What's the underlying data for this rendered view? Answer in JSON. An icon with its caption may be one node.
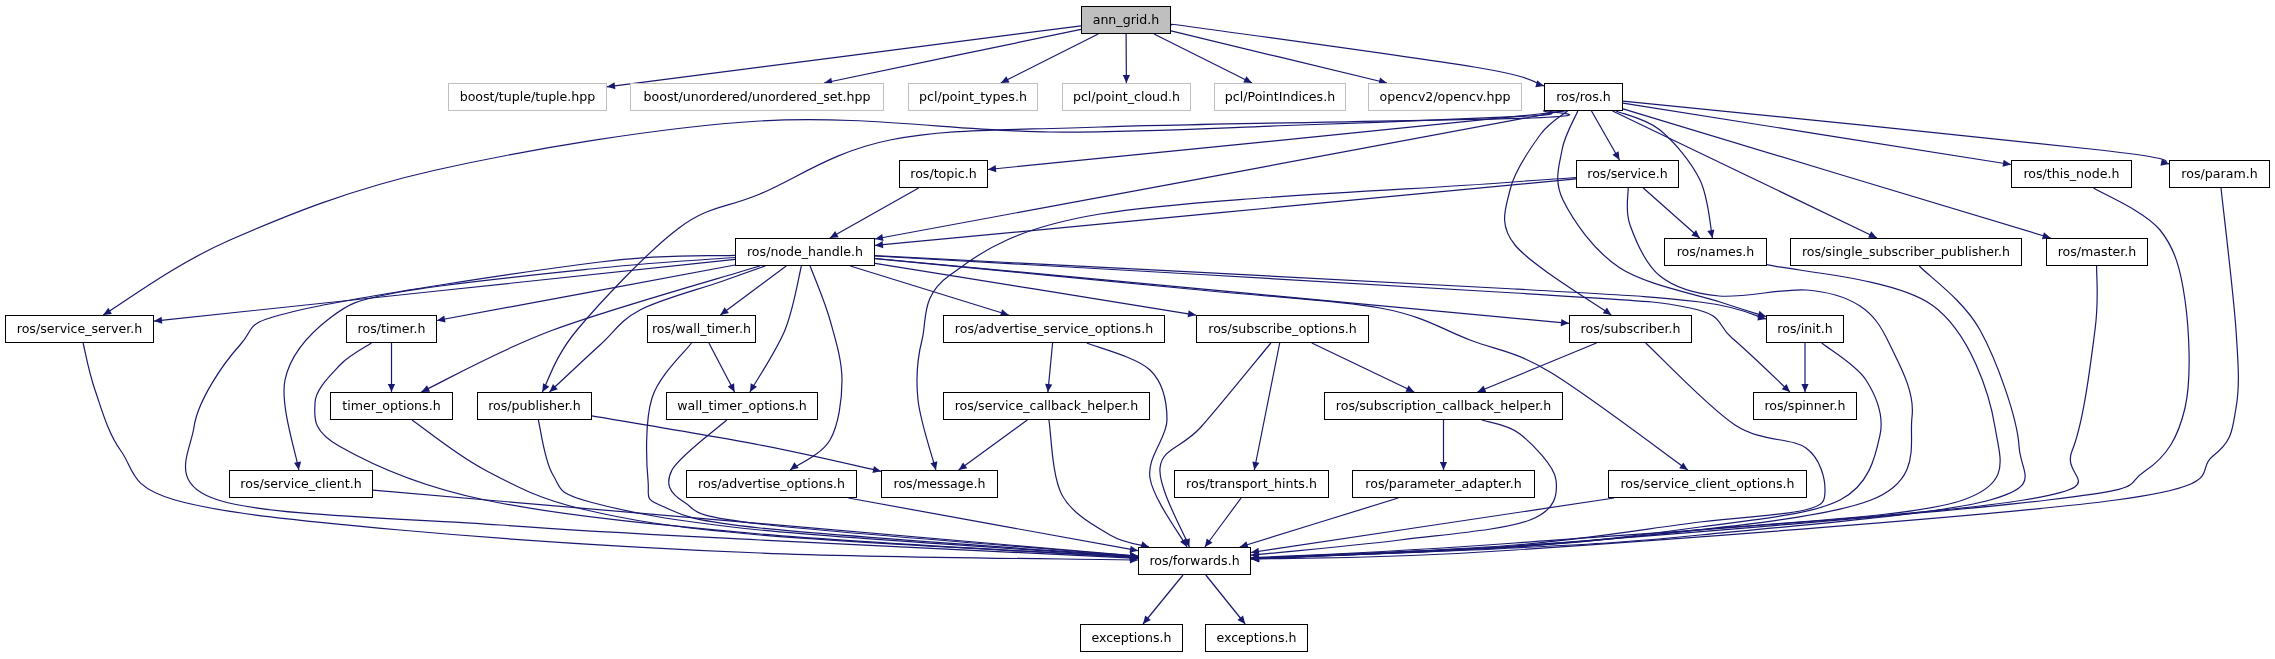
{
  "diagram": {
    "nodes": [
      {
        "text": [
          "ann_grid.h"
        ]
      },
      {
        "text": [
          "boost/tuple/tuple.hpp"
        ]
      },
      {
        "text": [
          "boost/unordered/unordered_set.hpp"
        ]
      },
      {
        "text": [
          "pcl/point_types.h"
        ]
      },
      {
        "text": [
          "pcl/point_cloud.h"
        ]
      },
      {
        "text": [
          "pcl/PointIndices.h"
        ]
      },
      {
        "text": [
          "opencv2/opencv.hpp"
        ]
      },
      {
        "text": [
          "ros/ros.h"
        ]
      },
      {
        "text": [
          "ros/topic.h"
        ]
      },
      {
        "text": [
          "ros/service.h"
        ]
      },
      {
        "text": [
          "ros/this_node.h"
        ]
      },
      {
        "text": [
          "ros/param.h"
        ]
      },
      {
        "text": [
          "ros/node_handle.h"
        ]
      },
      {
        "text": [
          "ros/names.h"
        ]
      },
      {
        "text": [
          "ros/single_subscriber_publisher.h"
        ]
      },
      {
        "text": [
          "ros/master.h"
        ]
      },
      {
        "text": [
          "ros/service_server.h"
        ]
      },
      {
        "text": [
          "ros/timer.h"
        ]
      },
      {
        "text": [
          "ros/wall_timer.h"
        ]
      },
      {
        "text": [
          "ros/advertise_service_options.h"
        ]
      },
      {
        "text": [
          "ros/subscribe_options.h"
        ]
      },
      {
        "text": [
          "ros/subscriber.h"
        ]
      },
      {
        "text": [
          "ros/init.h"
        ]
      },
      {
        "text": [
          "timer_options.h"
        ]
      },
      {
        "text": [
          "ros/publisher.h"
        ]
      },
      {
        "text": [
          "wall_timer_options.h"
        ]
      },
      {
        "text": [
          "ros/service_callback_helper.h"
        ]
      },
      {
        "text": [
          "ros/subscription_callback_helper.h"
        ]
      },
      {
        "text": [
          "ros/spinner.h"
        ]
      },
      {
        "text": [
          "ros/service_client.h"
        ]
      },
      {
        "text": [
          "ros/advertise_options.h"
        ]
      },
      {
        "text": [
          "ros/message.h"
        ]
      },
      {
        "text": [
          "ros/transport_hints.h"
        ]
      },
      {
        "text": [
          "ros/parameter_adapter.h"
        ]
      },
      {
        "text": [
          "ros/service_client_options.h"
        ]
      },
      {
        "text": [
          "ros/forwards.h"
        ]
      },
      {
        "text": [
          "exceptions.h"
        ]
      },
      {
        "text": [
          "exceptions.h"
        ]
      }
    ],
    "edges": [
      {
        "from": 0,
        "to": 1,
        "arrow": "to"
      },
      {
        "from": 0,
        "to": 2,
        "arrow": "to"
      },
      {
        "from": 0,
        "to": 3,
        "arrow": "to"
      },
      {
        "from": 0,
        "to": 4,
        "arrow": "to"
      },
      {
        "from": 0,
        "to": 5,
        "arrow": "to"
      },
      {
        "from": 0,
        "to": 6,
        "arrow": "to"
      },
      {
        "from": 0,
        "to": 7,
        "arrow": "to"
      },
      {
        "from": 7,
        "to": 16,
        "arrow": "to"
      },
      {
        "from": 7,
        "to": 24,
        "arrow": "to"
      },
      {
        "from": 7,
        "to": 8,
        "arrow": "to"
      },
      {
        "from": 7,
        "to": 12,
        "arrow": "to"
      },
      {
        "from": 7,
        "to": 9,
        "arrow": "to"
      },
      {
        "from": 7,
        "to": 21,
        "arrow": "to"
      },
      {
        "from": 7,
        "to": 22,
        "arrow": "to"
      },
      {
        "from": 7,
        "to": 13,
        "arrow": "to"
      },
      {
        "from": 7,
        "to": 14,
        "arrow": "to"
      },
      {
        "from": 7,
        "to": 15,
        "arrow": "to"
      },
      {
        "from": 7,
        "to": 10,
        "arrow": "to"
      },
      {
        "from": 7,
        "to": 11,
        "arrow": "to"
      },
      {
        "from": 8,
        "to": 12,
        "arrow": "to"
      },
      {
        "from": 9,
        "to": 12,
        "arrow": "to"
      },
      {
        "from": 9,
        "to": 13,
        "arrow": "to"
      },
      {
        "from": 9,
        "to": 31,
        "arrow": "to"
      },
      {
        "from": 9,
        "to": 35,
        "arrow": "to"
      },
      {
        "from": 10,
        "to": 35,
        "arrow": "to"
      },
      {
        "from": 11,
        "to": 35,
        "arrow": "to"
      },
      {
        "from": 12,
        "to": 16,
        "arrow": "to"
      },
      {
        "from": 12,
        "to": 17,
        "arrow": "to"
      },
      {
        "from": 12,
        "to": 18,
        "arrow": "to"
      },
      {
        "from": 12,
        "to": 19,
        "arrow": "to"
      },
      {
        "from": 12,
        "to": 20,
        "arrow": "to"
      },
      {
        "from": 12,
        "to": 21,
        "arrow": "to"
      },
      {
        "from": 12,
        "to": 22,
        "arrow": "to"
      },
      {
        "from": 12,
        "to": 28,
        "arrow": "to"
      },
      {
        "from": 12,
        "to": 34,
        "arrow": "to"
      },
      {
        "from": 12,
        "to": 23,
        "arrow": "to"
      },
      {
        "from": 12,
        "to": 24,
        "arrow": "to"
      },
      {
        "from": 12,
        "to": 25,
        "arrow": "to"
      },
      {
        "from": 12,
        "to": 30,
        "arrow": "to"
      },
      {
        "from": 12,
        "to": 29,
        "arrow": "to"
      },
      {
        "from": 12,
        "to": 35,
        "arrow": "to"
      },
      {
        "from": 13,
        "to": 35,
        "arrow": "to"
      },
      {
        "from": 14,
        "to": 35,
        "arrow": "to"
      },
      {
        "from": 15,
        "to": 35,
        "arrow": "to"
      },
      {
        "from": 16,
        "to": 35,
        "arrow": "to"
      },
      {
        "from": 17,
        "to": 23,
        "arrow": "to"
      },
      {
        "from": 17,
        "to": 35,
        "arrow": "to"
      },
      {
        "from": 18,
        "to": 25,
        "arrow": "to"
      },
      {
        "from": 18,
        "to": 35,
        "arrow": "to"
      },
      {
        "from": 19,
        "to": 26,
        "arrow": "to"
      },
      {
        "from": 19,
        "to": 35,
        "arrow": "to"
      },
      {
        "from": 20,
        "to": 35,
        "arrow": "to"
      },
      {
        "from": 20,
        "to": 32,
        "arrow": "to"
      },
      {
        "from": 20,
        "to": 27,
        "arrow": "to"
      },
      {
        "from": 21,
        "to": 27,
        "arrow": "to"
      },
      {
        "from": 21,
        "to": 35,
        "arrow": "to"
      },
      {
        "from": 22,
        "to": 28,
        "arrow": "to"
      },
      {
        "from": 22,
        "to": 35,
        "arrow": "to"
      },
      {
        "from": 23,
        "to": 35,
        "arrow": "to"
      },
      {
        "from": 24,
        "to": 31,
        "arrow": "to"
      },
      {
        "from": 24,
        "to": 35,
        "arrow": "to"
      },
      {
        "from": 25,
        "to": 35,
        "arrow": "to"
      },
      {
        "from": 26,
        "to": 31,
        "arrow": "to"
      },
      {
        "from": 26,
        "to": 35,
        "arrow": "to"
      },
      {
        "from": 27,
        "to": 33,
        "arrow": "to"
      },
      {
        "from": 27,
        "to": 35,
        "arrow": "to"
      },
      {
        "from": 29,
        "to": 35,
        "arrow": "to"
      },
      {
        "from": 30,
        "to": 35,
        "arrow": "to"
      },
      {
        "from": 32,
        "to": 35,
        "arrow": "to"
      },
      {
        "from": 33,
        "to": 35,
        "arrow": "to"
      },
      {
        "from": 34,
        "to": 35,
        "arrow": "to"
      },
      {
        "from": 35,
        "to": 36,
        "arrow": "to"
      },
      {
        "from": 35,
        "to": 37,
        "arrow": "to"
      }
    ]
  }
}
